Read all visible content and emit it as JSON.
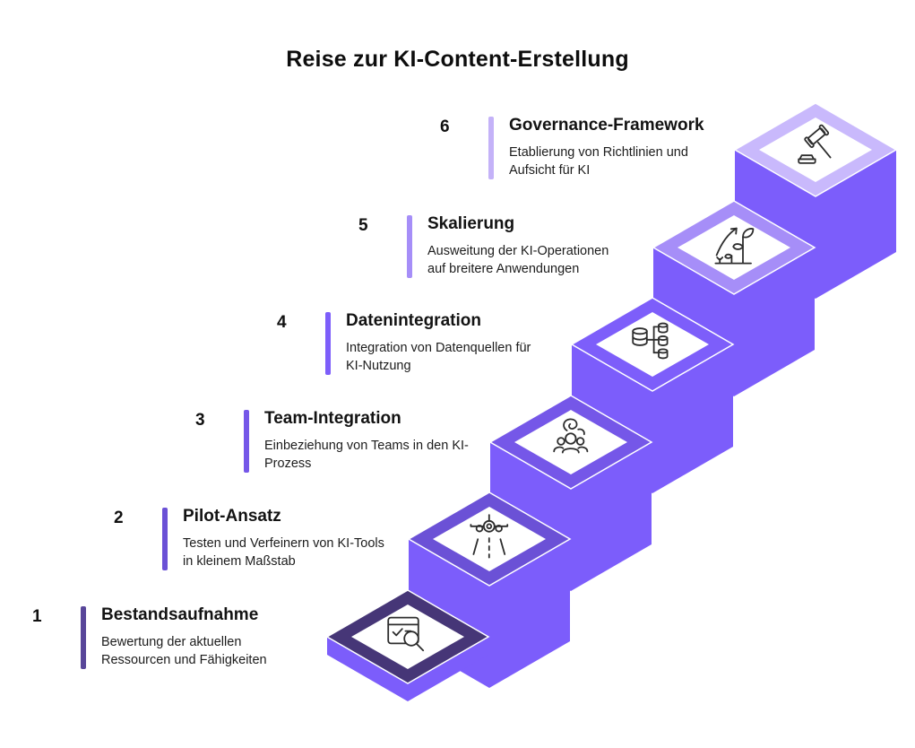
{
  "page": {
    "title": "Reise zur KI-Content-Erstellung",
    "background": "#ffffff"
  },
  "colors": {
    "column_purple": "#7C5DFB",
    "surface_white": "#ffffff",
    "icon_stroke": "#2d2d2d",
    "text_black": "#131313"
  },
  "steps": [
    {
      "number": "1",
      "title": "Bestandsaufnahme",
      "desc_line1": "Bewertung der aktuellen",
      "desc_line2": "Ressourcen und Fähigkeiten",
      "bar_color": "#584699",
      "rim_color": "#463677",
      "icon": "assessment-search-icon"
    },
    {
      "number": "2",
      "title": "Pilot-Ansatz",
      "desc_line1": "Testen und Verfeinern von KI-Tools",
      "desc_line2": "in kleinem Maßstab",
      "bar_color": "#6B51D6",
      "rim_color": "#6B51D6",
      "icon": "pilot-plane-icon"
    },
    {
      "number": "3",
      "title": "Team-Integration",
      "desc_line1": "Einbeziehung von Teams in den KI-",
      "desc_line2": "Prozess",
      "bar_color": "#7557E8",
      "rim_color": "#7557E8",
      "icon": "team-people-icon"
    },
    {
      "number": "4",
      "title": "Datenintegration",
      "desc_line1": "Integration von Datenquellen für",
      "desc_line2": "KI-Nutzung",
      "bar_color": "#7D5EFA",
      "rim_color": "#7D5EFA",
      "icon": "data-sources-icon"
    },
    {
      "number": "5",
      "title": "Skalierung",
      "desc_line1": "Ausweitung der KI-Operationen",
      "desc_line2": "auf breitere Anwendungen",
      "bar_color": "#A68EF8",
      "rim_color": "#A68EF8",
      "icon": "scaling-growth-icon"
    },
    {
      "number": "6",
      "title": "Governance-Framework",
      "desc_line1": "Etablierung von Richtlinien und",
      "desc_line2": "Aufsicht für KI",
      "bar_color": "#C4B2F8",
      "rim_color": "#C9B9FC",
      "icon": "governance-gavel-icon"
    }
  ]
}
